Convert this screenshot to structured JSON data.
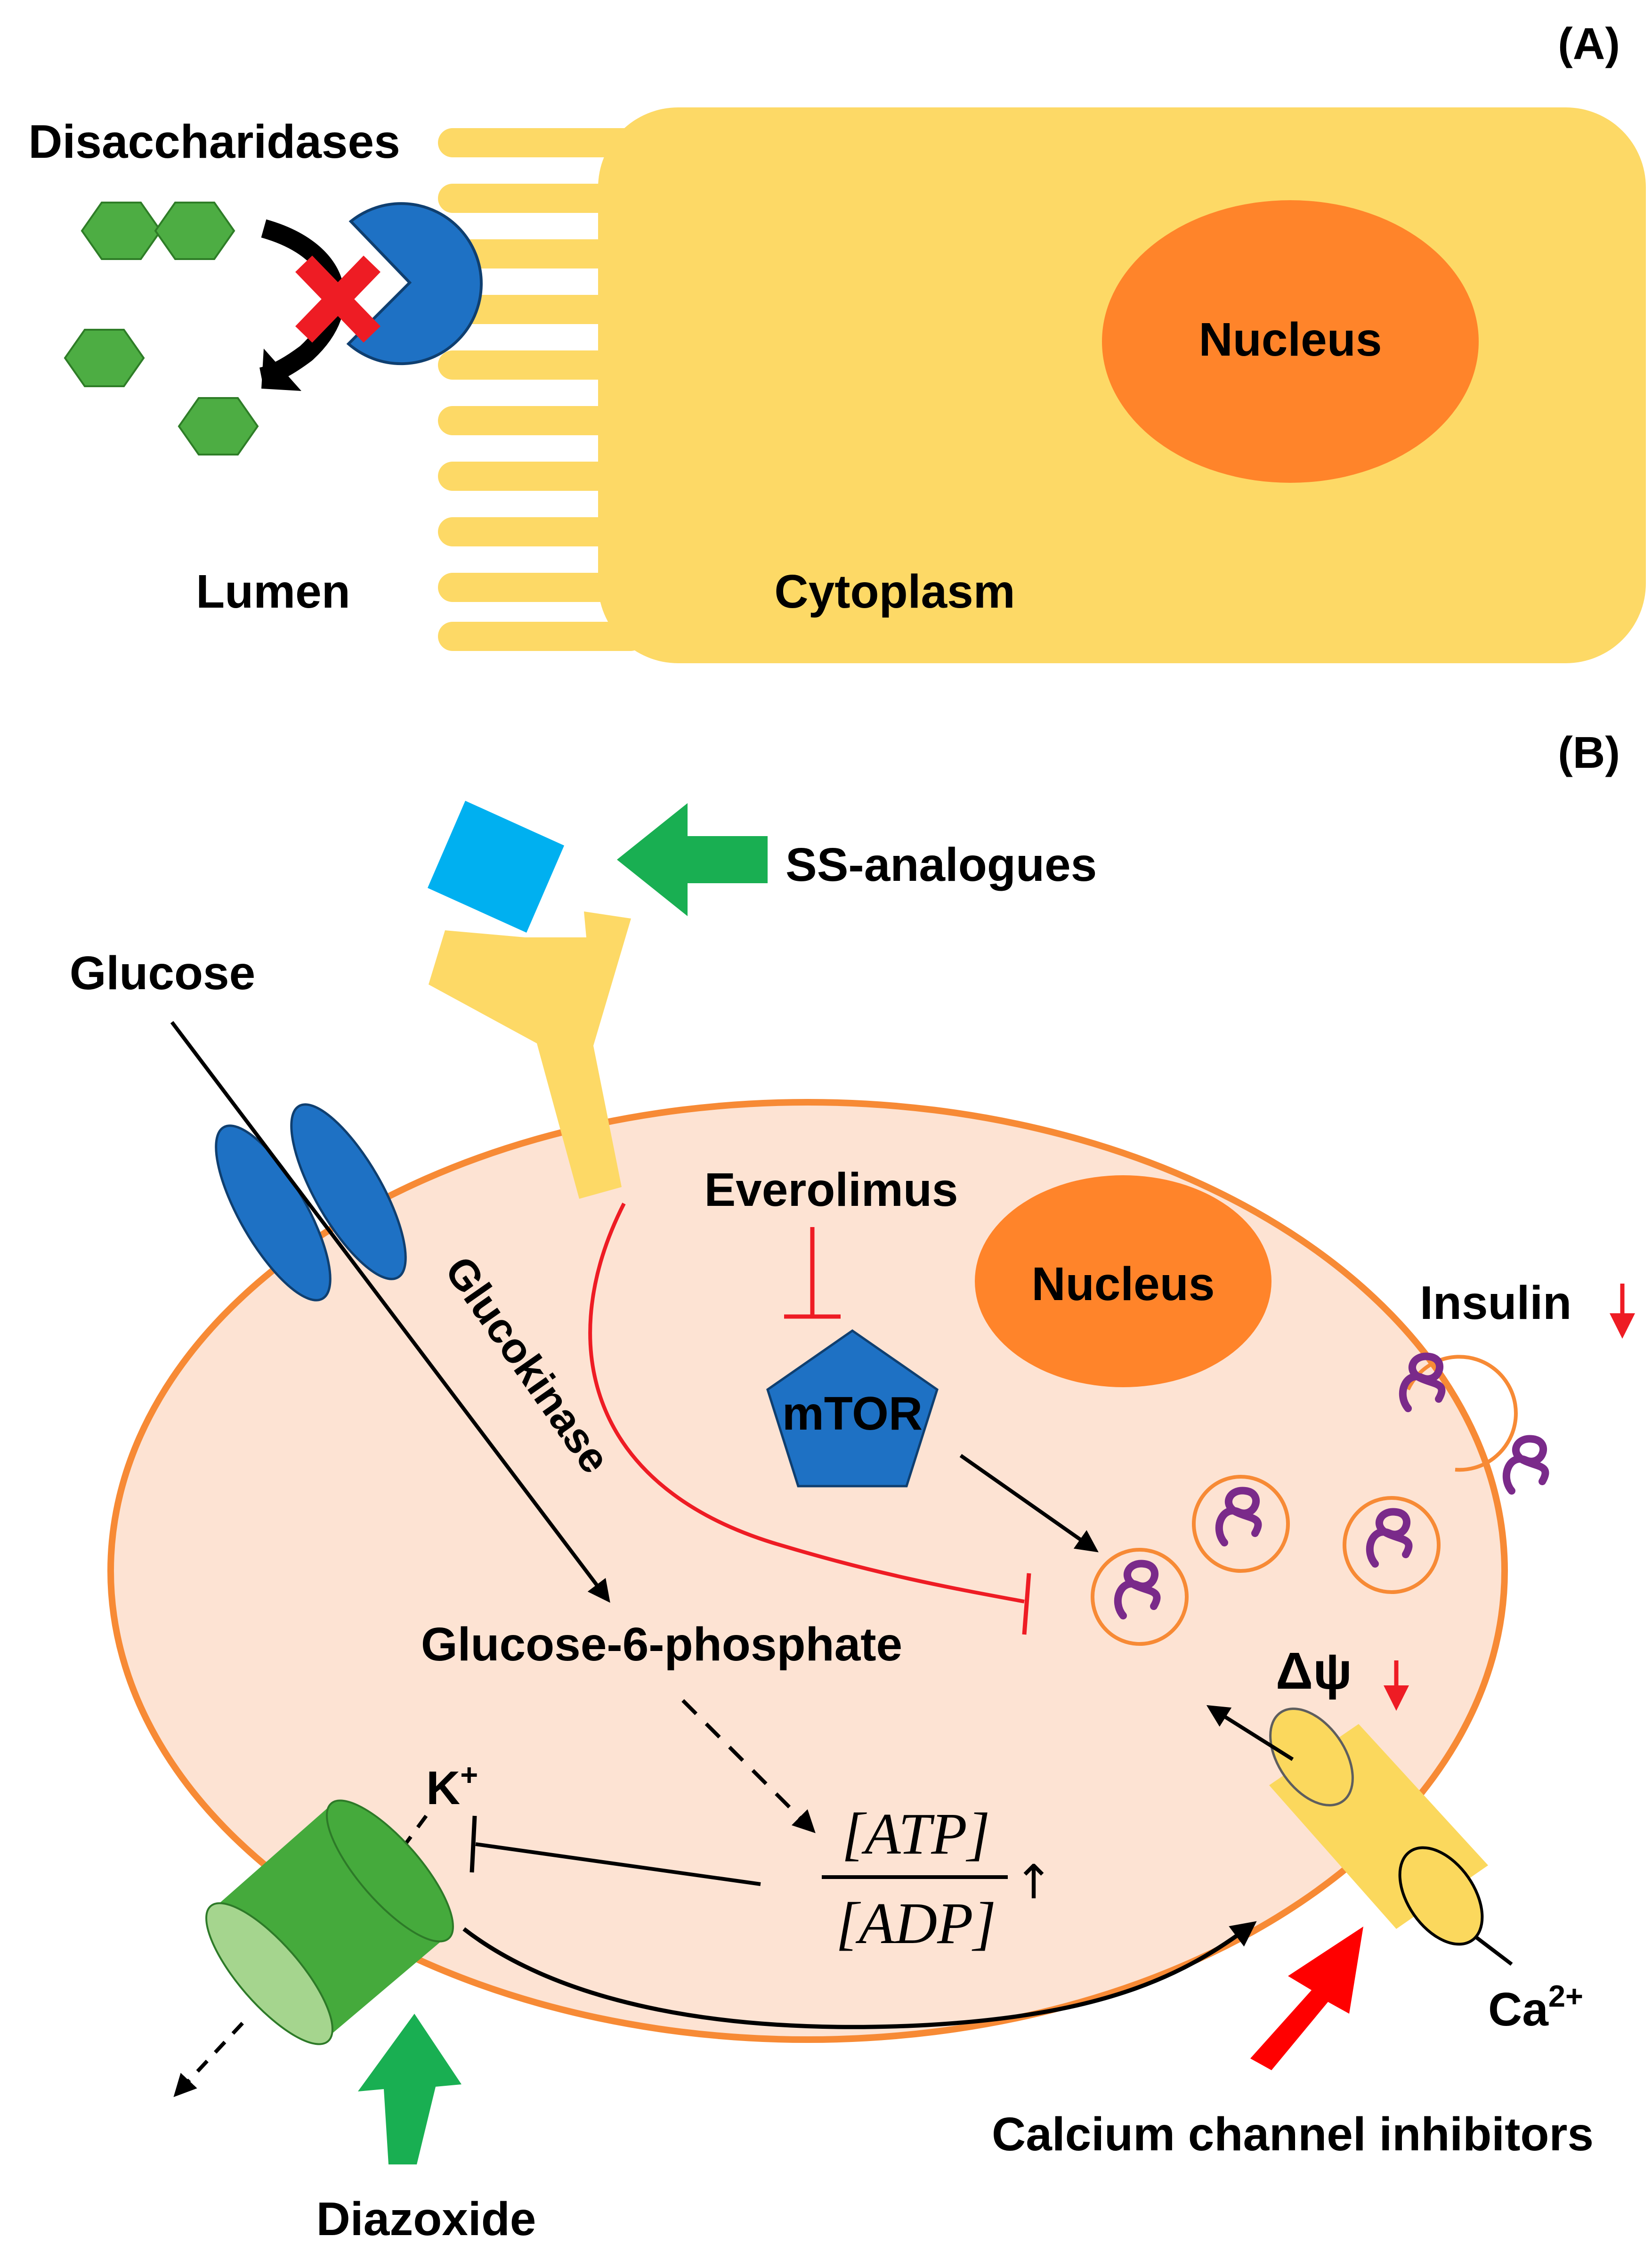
{
  "panel_a": {
    "label": "(A)",
    "disaccharidases_label": "Disaccharidases",
    "lumen_label": "Lumen",
    "cytoplasm_label": "Cytoplasm",
    "nucleus_label": "Nucleus"
  },
  "panel_b": {
    "label": "(B)",
    "ss_analogues_label": "SS-analogues",
    "glucose_label": "Glucose",
    "glucokinase_label": "Glucokinase",
    "everolimus_label": "Everolimus",
    "nucleus_label": "Nucleus",
    "mtor_label": "mTOR",
    "insulin_label": "Insulin",
    "g6p_label": "Glucose-6-phosphate",
    "atp_label": "[ATP]",
    "adp_label": "[ADP]",
    "ratio_up_arrow": "↑",
    "delta_psi_label": "Δψ",
    "k_label": "K",
    "k_charge": "+",
    "ca_label": "Ca",
    "ca_charge": "2+",
    "calcium_inhibitors_label": "Calcium channel inhibitors",
    "diazoxide_label": "Diazoxide"
  },
  "colors": {
    "cell_yellow": "#FDD966",
    "nucleus_orange": "#FF842A",
    "cell_body": "#FDE3D3",
    "membrane_orange": "#F78A35",
    "enzyme_blue": "#1E71C4",
    "hexagon_green": "#4DAD43",
    "inhibit_red": "#EE1C24",
    "drug_green": "#19AF52",
    "channel_green": "#45AA3C",
    "channel_yellow": "#FBD85D",
    "ligand_cyan": "#00B0F0",
    "insulin_purple": "#7A2A8A"
  }
}
